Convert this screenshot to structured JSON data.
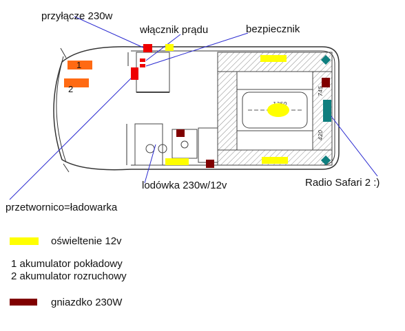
{
  "labels": {
    "connector": "przyłącze 230w",
    "power_switch": "włącznik prądu",
    "fuse": "bezpiecznik",
    "fridge": "lodówka 230w/12v",
    "radio": "Radio Safari 2 :)",
    "converter": "przetwornico=ładowarka"
  },
  "battery_numbers": [
    "1",
    "2"
  ],
  "dimension_labels": [
    "1350",
    "745",
    "420"
  ],
  "legend": {
    "lighting_label": "oświeltenie 12v",
    "battery_1": "1 akumulator pokładowy",
    "battery_2": "2 akumulator rozruchowy",
    "socket_label": "gniazdko 230W"
  },
  "colors": {
    "lighting": "#ffff00",
    "socket": "#800000",
    "battery": "#ff6a13",
    "fuse_switch": "#ee0000",
    "teal": "#0f7f7f",
    "leader_line": "#2a2ad0"
  }
}
